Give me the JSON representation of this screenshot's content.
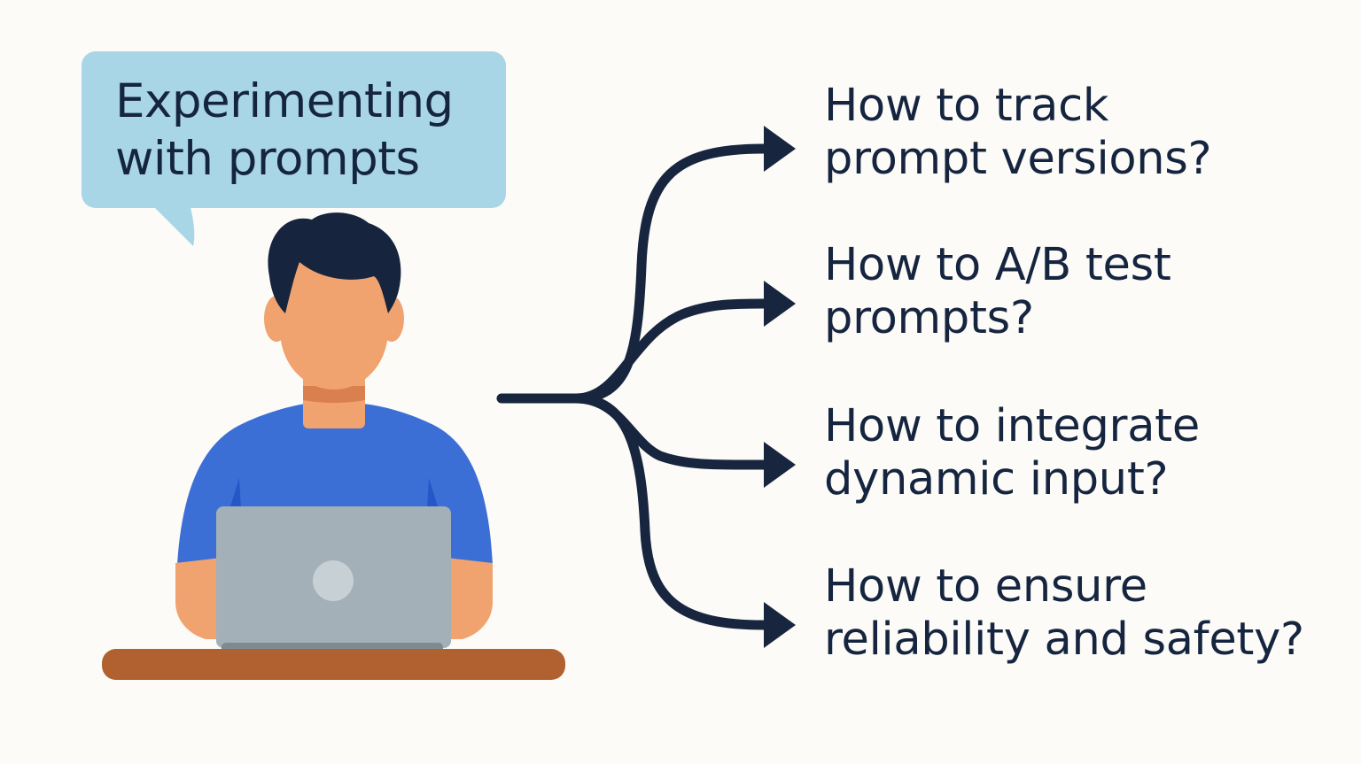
{
  "bubble": {
    "lines": [
      "Experimenting",
      "with prompts"
    ]
  },
  "questions": [
    {
      "lines": [
        "How to track",
        "prompt versions?"
      ]
    },
    {
      "lines": [
        "How to A/B test",
        "prompts?"
      ]
    },
    {
      "lines": [
        "How to integrate",
        "dynamic input?"
      ]
    },
    {
      "lines": [
        "How to ensure",
        "reliability and safety?"
      ]
    }
  ],
  "colors": {
    "background": "#FCFBF7",
    "bubble": "#A8D6E7",
    "text": "#16253F",
    "hair": "#17243D",
    "skin": "#F0A26F",
    "neck_shadow": "#D9804E",
    "shirt": "#3B6FD6",
    "shirt_fold": "#2457C7",
    "laptop": "#A3B0B8",
    "laptop_base": "#7E8A91",
    "laptop_logo": "#C6D0D5",
    "desk": "#B0612F",
    "arrow": "#18253F"
  }
}
